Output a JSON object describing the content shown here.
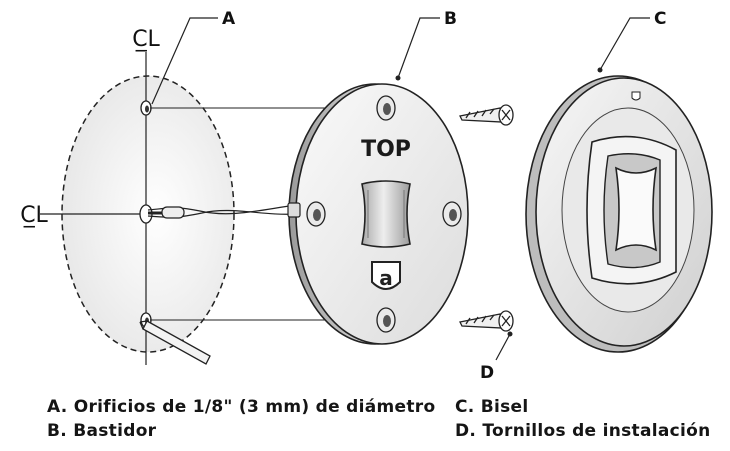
{
  "callouts": {
    "a": "A",
    "b": "B",
    "c": "C",
    "d": "D"
  },
  "centerline_symbol": "C̲L",
  "plate_top_label": "TOP",
  "logo_letter": "a",
  "legend": {
    "a": "A. Orificios de 1/8\" (3 mm) de diámetro",
    "b": "B.  Bastidor",
    "c": "C.  Bisel",
    "d": "D.  Tornillos de instalación"
  }
}
